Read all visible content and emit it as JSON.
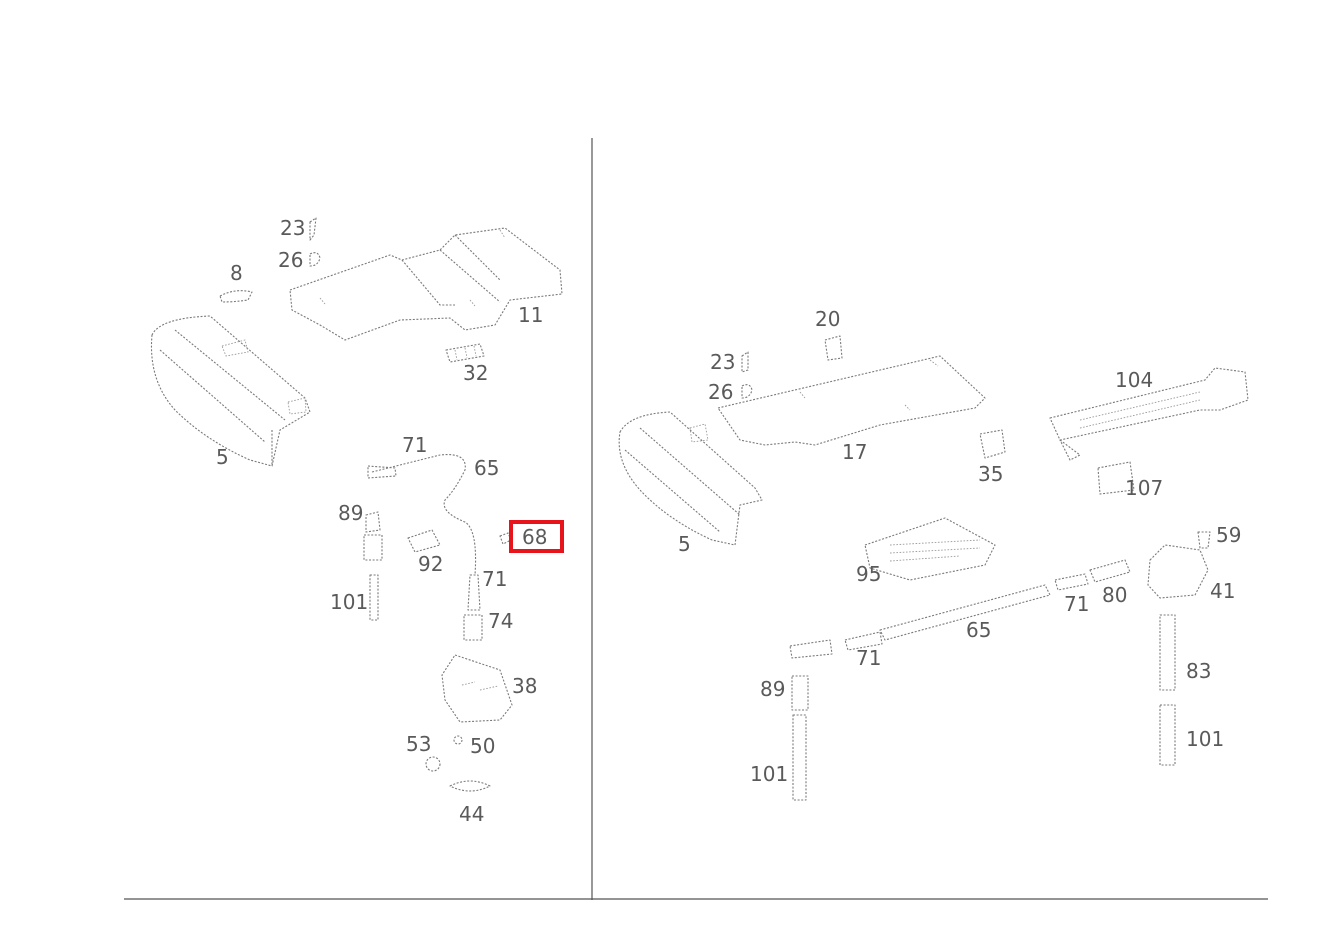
{
  "diagram": {
    "highlight_color": "#e8141b",
    "selected_callout": "68",
    "left_view": {
      "callouts": [
        "23",
        "26",
        "8",
        "11",
        "32",
        "5",
        "71",
        "65",
        "89",
        "92",
        "68",
        "71",
        "101",
        "74",
        "38",
        "53",
        "50",
        "44"
      ]
    },
    "right_view": {
      "callouts": [
        "20",
        "23",
        "26",
        "104",
        "17",
        "35",
        "107",
        "5",
        "59",
        "95",
        "41",
        "80",
        "71",
        "65",
        "71",
        "83",
        "89",
        "101",
        "101"
      ]
    }
  }
}
